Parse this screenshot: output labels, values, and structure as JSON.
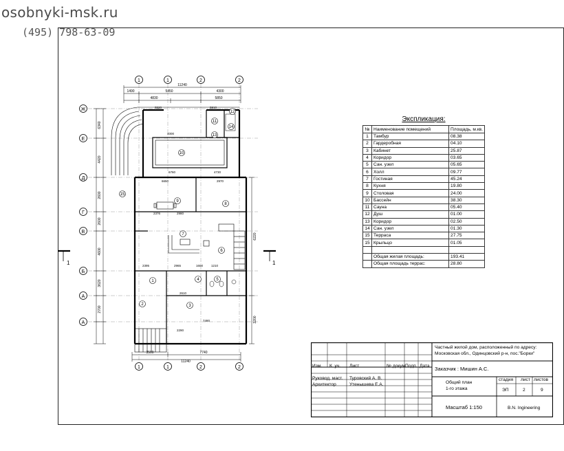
{
  "watermark": {
    "site": "osobnyki-msk.ru",
    "phone": "(495)  798-63-09"
  },
  "explication": {
    "title": "Экспликация:",
    "headers": [
      "№",
      "Наименование помещений",
      "Площадь, м.кв."
    ],
    "rows": [
      {
        "num": "1",
        "name": "Тамбур",
        "area": "08.38"
      },
      {
        "num": "2",
        "name": "Гардеробная",
        "area": "04.10"
      },
      {
        "num": "3",
        "name": "Кабинет",
        "area": "25.87"
      },
      {
        "num": "4",
        "name": "Коридор",
        "area": "03.65"
      },
      {
        "num": "5",
        "name": "Сан. узел",
        "area": "05.65"
      },
      {
        "num": "6",
        "name": "Холл",
        "area": "09.77"
      },
      {
        "num": "7",
        "name": "Гостиная",
        "area": "45.24"
      },
      {
        "num": "8",
        "name": "Кухня",
        "area": "19.80"
      },
      {
        "num": "9",
        "name": "Столовая",
        "area": "24.00"
      },
      {
        "num": "10",
        "name": "Бассейн",
        "area": "38.30"
      },
      {
        "num": "11",
        "name": "Сауна",
        "area": "05.40"
      },
      {
        "num": "12",
        "name": "Душ",
        "area": "01.00"
      },
      {
        "num": "13",
        "name": "Коридор",
        "area": "02.50"
      },
      {
        "num": "14",
        "name": "Сан. узел",
        "area": "01.30"
      },
      {
        "num": "15",
        "name": "Терраса",
        "area": "27.75"
      },
      {
        "num": "15",
        "name": "Крыльцо",
        "area": "01.05"
      }
    ],
    "total_living_label": "Общая жилая площадь:",
    "total_living_value": "193.41",
    "total_terrace_label": "Общая площадь террас:",
    "total_terrace_value": "28.80"
  },
  "stamp": {
    "project_title": "Частный жилой дом, расположенный по адресу:",
    "project_address": "Московская обл., Одинцовский р-н, пос.\"Борки\"",
    "customer": "Заказчик : Мишин А.С.",
    "col_izm": "Изм.",
    "col_kuch": "К. уч.",
    "col_list": "Лист",
    "col_doc": "№ докум.",
    "col_podp": "Подп.",
    "col_data": "Дата",
    "role1": "Руковод. маст.",
    "name1": "Туровский А. В.",
    "role2": "Архитектор",
    "name2": "Утенышева Е.А.",
    "sheet_title_1": "Общий план",
    "sheet_title_2": "1-го этажа",
    "stage_label": "стадия",
    "sheet_label": "лист",
    "sheets_label": "листов",
    "stage": "ЭП",
    "sheet": "2",
    "sheets": "9",
    "scale": "Масштаб  1:150",
    "company": "B.N. Ingineering"
  },
  "plan": {
    "axes_top": [
      "1",
      "1",
      "2",
      "2"
    ],
    "axes_bottom": [
      "1",
      "1",
      "2",
      "2"
    ],
    "axes_left": [
      "Ж",
      "Е",
      "Д",
      "Г",
      "В",
      "Б",
      "А",
      "А"
    ],
    "dims_top_total": "11240",
    "dims_top": [
      "1490",
      "5450",
      "4300"
    ],
    "dims_top_row2": [
      "4830",
      "5850"
    ],
    "dims_bottom": [
      "3500",
      "7740"
    ],
    "dims_bottom_total": "11240",
    "dims_left": [
      "6340",
      "4420",
      "2600",
      "2600",
      "4600",
      "3620",
      "2700"
    ],
    "dims_right": [
      "6220",
      "3200"
    ],
    "dims_inner": [
      "6650",
      "2970",
      "2395",
      "2965",
      "1600",
      "1210",
      "2610",
      "7480",
      "2290",
      "5520",
      "5910",
      "4000",
      "6760",
      "4730",
      "2376",
      "2980"
    ],
    "rooms": [
      "1",
      "2",
      "3",
      "4",
      "5",
      "6",
      "7",
      "8",
      "9",
      "10",
      "11",
      "12",
      "13",
      "14",
      "15"
    ],
    "section_label": "1"
  }
}
